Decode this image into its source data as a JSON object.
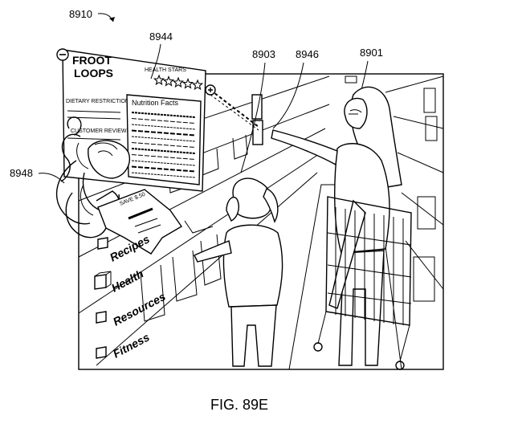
{
  "figure": {
    "caption": "FIG. 89E",
    "ref_main": "8910",
    "ref_panel": "8944",
    "ref_shelf_item": "8903",
    "ref_pointer": "8946",
    "ref_person": "8901",
    "ref_character": "8948"
  },
  "panel": {
    "product_name_line1": "FROOT",
    "product_name_line2": "LOOPS",
    "health_stars_label": "HEALTH STARS",
    "dietary_label": "DIETARY RESTRICTIONS",
    "reviews_label": "CUSTOMER REVIEWS",
    "nutrition_title": "Nutrition Facts",
    "star_count": 5,
    "minus_icon": "minus-icon",
    "plus_icon": "plus-icon"
  },
  "coupon": {
    "text": "SAVE $.50"
  },
  "menu": {
    "items": [
      "Recipes",
      "Health",
      "Resources",
      "Fitness"
    ]
  }
}
